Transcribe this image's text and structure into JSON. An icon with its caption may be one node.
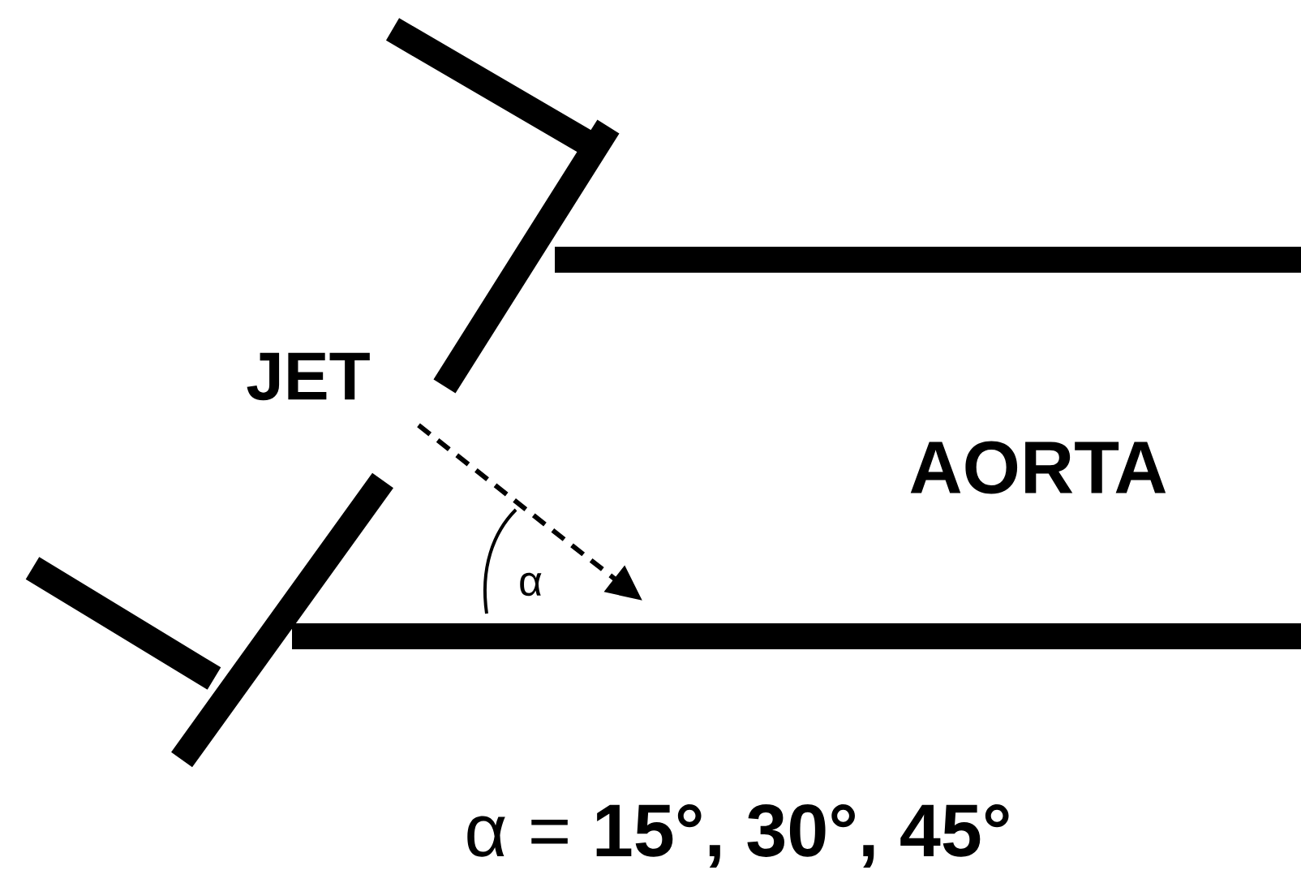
{
  "diagram": {
    "labels": [
      "JET",
      "AORTA",
      "α",
      "α = **15°, 30°, 45°**"
    ]
  }
}
